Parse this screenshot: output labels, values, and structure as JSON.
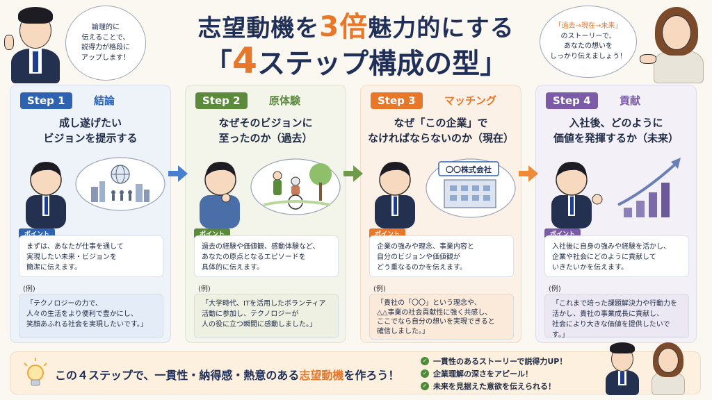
{
  "title": {
    "line1_a": "志望動機を",
    "line1_accent": "3倍",
    "line1_b": "魅力的にする",
    "line2_open": "「",
    "line2_accent": "4",
    "line2_b": "ステップ構成の型",
    "line2_close": "」"
  },
  "bubble_left": {
    "line1": "論理的に",
    "line2": "伝えることで、",
    "line3": "説得力が格段に",
    "line4": "アップします！"
  },
  "bubble_right": {
    "line1": "「過去→現在→未来」",
    "line2": "のストーリーで、",
    "line3": "あなたの想いを",
    "line4": "しっかり伝えましょう！"
  },
  "point_label": "ポイント",
  "example_label": "(例)",
  "steps": [
    {
      "badge": "Step 1",
      "name": "結論",
      "heading1": "成し遂げたい",
      "heading2": "ビジョンを提示する",
      "point1": "まずは、あなたが仕事を通して",
      "point2": "実現したい未来・ビジョンを",
      "point3": "簡潔に伝えます。",
      "ex1": "「テクノロジーの力で、",
      "ex2": "人々の生活をより便利で豊かにし、",
      "ex3": "笑顔あふれる社会を実現したいです。」",
      "ex4": ""
    },
    {
      "badge": "Step 2",
      "name": "原体験",
      "heading1": "なぜそのビジョンに",
      "heading2": "至ったのか（過去）",
      "point1": "過去の経験や価値観、感動体験など、",
      "point2": "あなたの原点となるエピソードを",
      "point3": "具体的に伝えます。",
      "ex1": "「大学時代、ITを活用したボランティア",
      "ex2": "活動に参加し、テクノロジーが",
      "ex3": "人の役に立つ瞬間に感動しました。」",
      "ex4": ""
    },
    {
      "badge": "Step 3",
      "name": "マッチング",
      "heading1": "なぜ「この企業」で",
      "heading2": "なければならないのか（現在）",
      "point1": "企業の強みや理念、事業内容と",
      "point2": "自分のビジョンや価値観が",
      "point3": "どう重なるのかを伝えます。",
      "ex1": "「貴社の「〇〇」という理念や、",
      "ex2": "△△事業の社会貢献性に強く共感し、",
      "ex3": "ここでなら自分の想いを実現できると",
      "ex4": "確信しました。」",
      "sign": "〇〇株式会社"
    },
    {
      "badge": "Step 4",
      "name": "貢献",
      "heading1": "入社後、どのように",
      "heading2": "価値を発揮するか（未来）",
      "point1": "入社後に自身の強みや経験を活かし、",
      "point2": "企業や社会にどのように貢献して",
      "point3": "いきたいかを伝えます。",
      "ex1": "「これまで培った課題解決力や行動力を",
      "ex2": "活かし、貴社の事業成長に貢献し、",
      "ex3": "社会により大きな価値を提供したいです。」",
      "ex4": ""
    }
  ],
  "bottom": {
    "closing_a": "この４ステップで、一貫性・納得感・熱意のある",
    "closing_accent": "志望動機",
    "closing_b": "を作ろう！",
    "check1": "一貫性のあるストーリーで説得力UP！",
    "check2": "企業理解の深さをアピール！",
    "check3": "未来を見据えた意欲を伝えられる！"
  },
  "colors": {
    "navy": "#1f2f57",
    "accent_orange": "#e9772a",
    "step1": "#2d63b1",
    "step2": "#5b8a3a",
    "step3": "#e9772a",
    "step4": "#7b5ba7"
  },
  "icons": [
    "lightbulb-icon",
    "check-icon",
    "globe-icon",
    "chart-arrow-icon",
    "building-icon"
  ]
}
